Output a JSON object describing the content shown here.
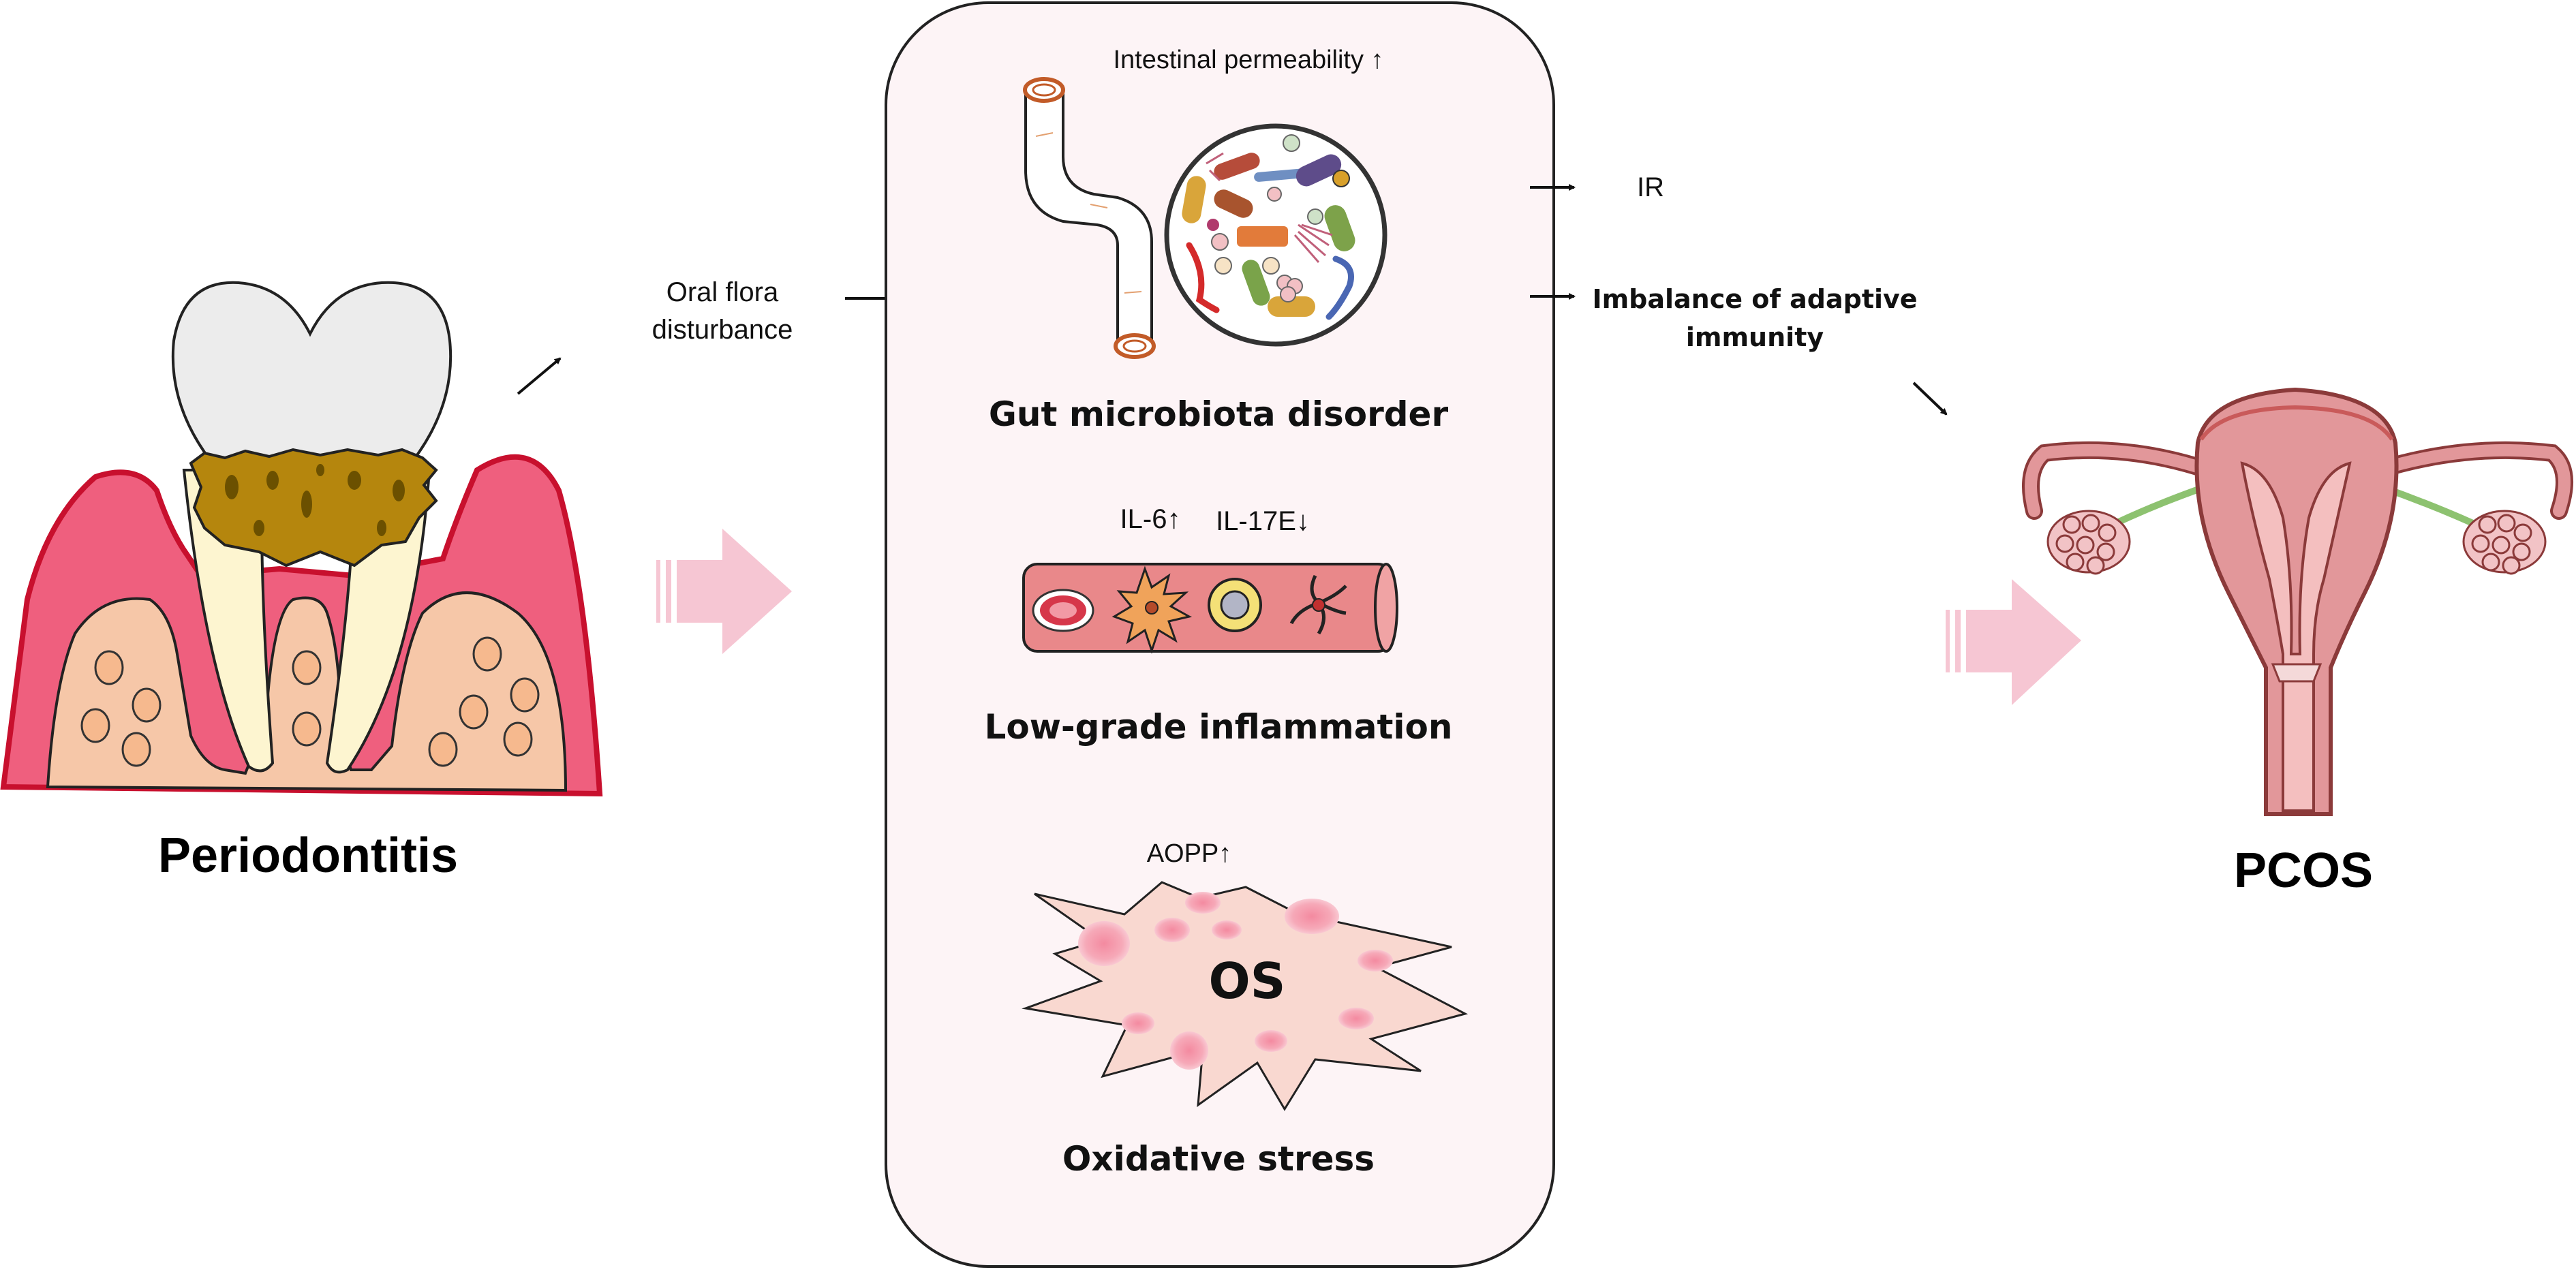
{
  "left": {
    "title": "Periodontitis"
  },
  "right": {
    "title": "PCOS"
  },
  "oral_flora": {
    "line1": "Oral flora",
    "line2": "disturbance"
  },
  "center": {
    "gut": {
      "note": "Intestinal permeability ↑",
      "title": "Gut microbiota disorder"
    },
    "inflammation": {
      "il6": "IL-6↑",
      "il17": "IL-17E↓",
      "title": "Low-grade inflammation"
    },
    "oxidative": {
      "note": "AOPP↑",
      "badge": "OS",
      "title": "Oxidative stress"
    }
  },
  "outputs": {
    "ir": "IR",
    "immunity_line1": "Imbalance of adaptive",
    "immunity_line2": "immunity"
  },
  "colors": {
    "panel_fill": "#fdf4f6",
    "panel_stroke": "#222222",
    "big_arrow": "#f6c6d3",
    "gum": "#ef5f7e",
    "gum_edge": "#c8102e",
    "bone": "#f6c7a8",
    "tooth": "#ececec",
    "root": "#fdf5d0",
    "calculus": "#b5860d",
    "vessel": "#e9888a",
    "uterus": "#e2979a",
    "ovary": "#f2c3c6",
    "tube_green": "#8dc270",
    "os_blob": "#f9d8d0"
  }
}
